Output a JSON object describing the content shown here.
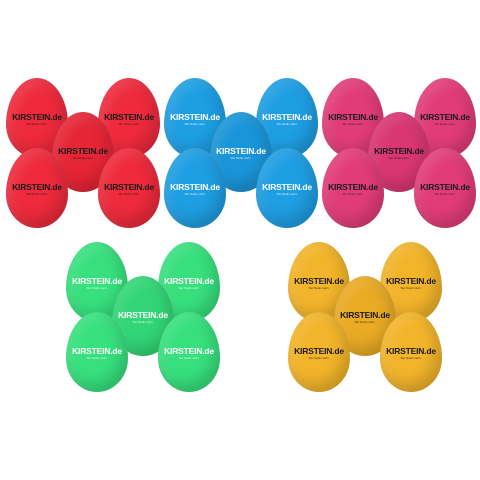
{
  "brand": "KIRSTEIN.de",
  "tagline": "Wer Musik macht.",
  "groups": [
    {
      "name": "red",
      "color": "#ee2a3c",
      "text_color": "dark",
      "count": 5
    },
    {
      "name": "blue",
      "color": "#1e9ee3",
      "text_color": "light",
      "count": 5
    },
    {
      "name": "pink",
      "color": "#e23c78",
      "text_color": "dark",
      "count": 5
    },
    {
      "name": "green",
      "color": "#37e07d",
      "text_color": "light",
      "count": 5
    },
    {
      "name": "yellow",
      "color": "#f2b42a",
      "text_color": "dark",
      "count": 5
    }
  ]
}
